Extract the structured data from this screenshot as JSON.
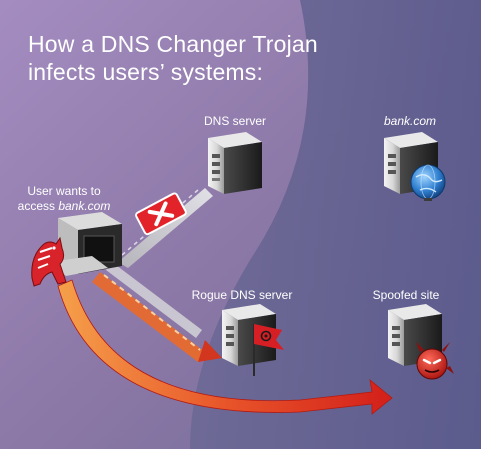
{
  "title": {
    "line1": "How a DNS Changer Trojan",
    "line2": "infects users’ systems:"
  },
  "nodes": {
    "dns_server": {
      "label": "DNS server"
    },
    "bank": {
      "label": "bank.com"
    },
    "user": {
      "label_line1": "User wants to",
      "label_prefix": "access ",
      "label_site": "bank.com"
    },
    "rogue_dns": {
      "label": "Rogue DNS server"
    },
    "spoofed": {
      "label": "Spoofed site"
    }
  },
  "colors": {
    "background_left": "#8e78a4",
    "background_right": "#5d5b8f",
    "normal_path": "#c9c9cc",
    "rogue_path": "#d9532a",
    "spoofed_arrow": "#e0401e",
    "block_badge": "#e2232a"
  },
  "icons": {
    "dns_server": "server-icon",
    "bank": "server-globe-icon",
    "user": "computer-trojan-horse-icon",
    "rogue_dns": "server-biohazard-flag-icon",
    "spoofed": "server-devil-icon",
    "blocked": "x-mark-icon"
  }
}
